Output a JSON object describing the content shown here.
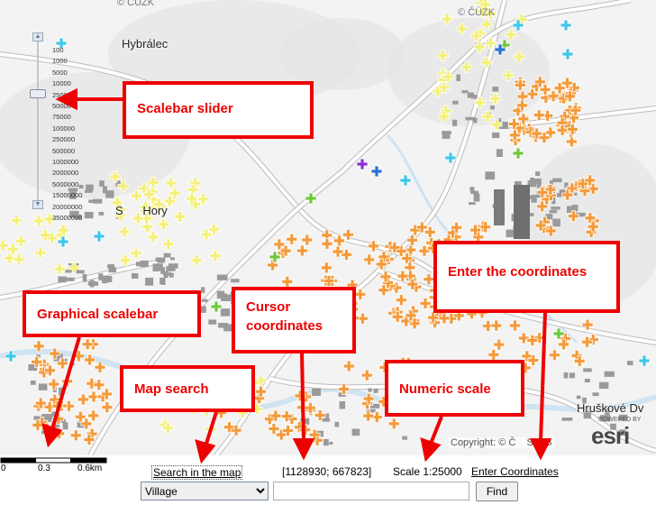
{
  "map": {
    "watermarks": [
      "© ČÚZK",
      "© ČÚZK"
    ],
    "places": [
      "Hybrálec",
      "S      Hory",
      "Hruškové Dv"
    ],
    "copyright": "Copyright: © Č    SUJB",
    "esri_powered": "POWERED BY",
    "esri_logo": "esri",
    "marker_colors": {
      "orange": "#f39a3a",
      "yellow": "#f4f07a",
      "green": "#6ec83a",
      "cyan": "#3fc6e8",
      "blue": "#2b6fd8",
      "purple": "#8a2fd0"
    }
  },
  "slider": {
    "scales": [
      "100",
      "1000",
      "5000",
      "10000",
      "25000",
      "50000",
      "75000",
      "100000",
      "250000",
      "500000",
      "1000000",
      "2000000",
      "5000000",
      "15000000",
      "20000000",
      "35000000"
    ],
    "selected_scale": "25000"
  },
  "callouts": {
    "scalebar_slider": "Scalebar slider",
    "graphical_scalebar": "Graphical scalebar",
    "cursor_coordinates": "Cursor coordinates",
    "enter_coordinates": "Enter the coordinates",
    "map_search": "Map search",
    "numeric_scale": "Numeric scale"
  },
  "bottom": {
    "scale_labels": [
      "0",
      "0.3",
      "0.6km"
    ],
    "search_link": "Search in the map",
    "coordinates": "[1128930; 667823]",
    "scale_text": "Scale 1:25000",
    "enter_coords_link": "Enter Coordinates",
    "search_type": "Village",
    "search_value": "",
    "find_label": "Find"
  }
}
